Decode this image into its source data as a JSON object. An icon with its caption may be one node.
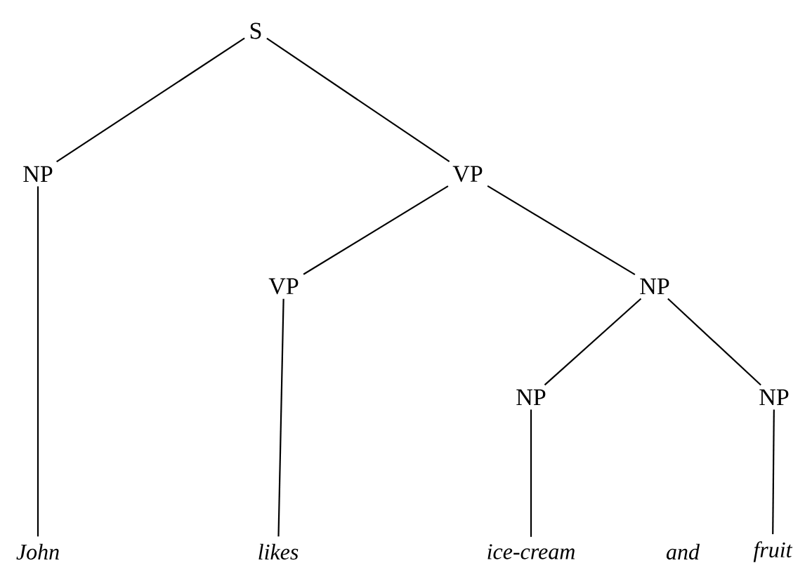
{
  "diagram": {
    "nodes": [
      {
        "text": [
          "S"
        ]
      },
      {
        "text": [
          "NP"
        ]
      },
      {
        "text": [
          "VP"
        ]
      },
      {
        "text": [
          "VP"
        ]
      },
      {
        "text": [
          "NP"
        ]
      },
      {
        "text": [
          "NP"
        ]
      },
      {
        "text": [
          "NP"
        ]
      },
      {
        "text": [
          "John"
        ]
      },
      {
        "text": [
          "likes"
        ]
      },
      {
        "text": [
          "ice-cream"
        ]
      },
      {
        "text": [
          "fruit"
        ]
      }
    ],
    "edges": [
      {
        "from": 0,
        "to": 1,
        "arrow": "none"
      },
      {
        "from": 0,
        "to": 2,
        "arrow": "none"
      },
      {
        "from": 2,
        "to": 3,
        "arrow": "none"
      },
      {
        "from": 2,
        "to": 4,
        "arrow": "none"
      },
      {
        "from": 4,
        "to": 5,
        "arrow": "none"
      },
      {
        "from": 4,
        "to": 6,
        "arrow": "none"
      },
      {
        "from": 1,
        "to": 7,
        "arrow": "none"
      },
      {
        "from": 3,
        "to": 8,
        "arrow": "none"
      },
      {
        "from": 5,
        "to": 9,
        "arrow": "none"
      },
      {
        "from": 6,
        "to": 10,
        "arrow": "none"
      }
    ],
    "labels": [
      "and"
    ]
  }
}
